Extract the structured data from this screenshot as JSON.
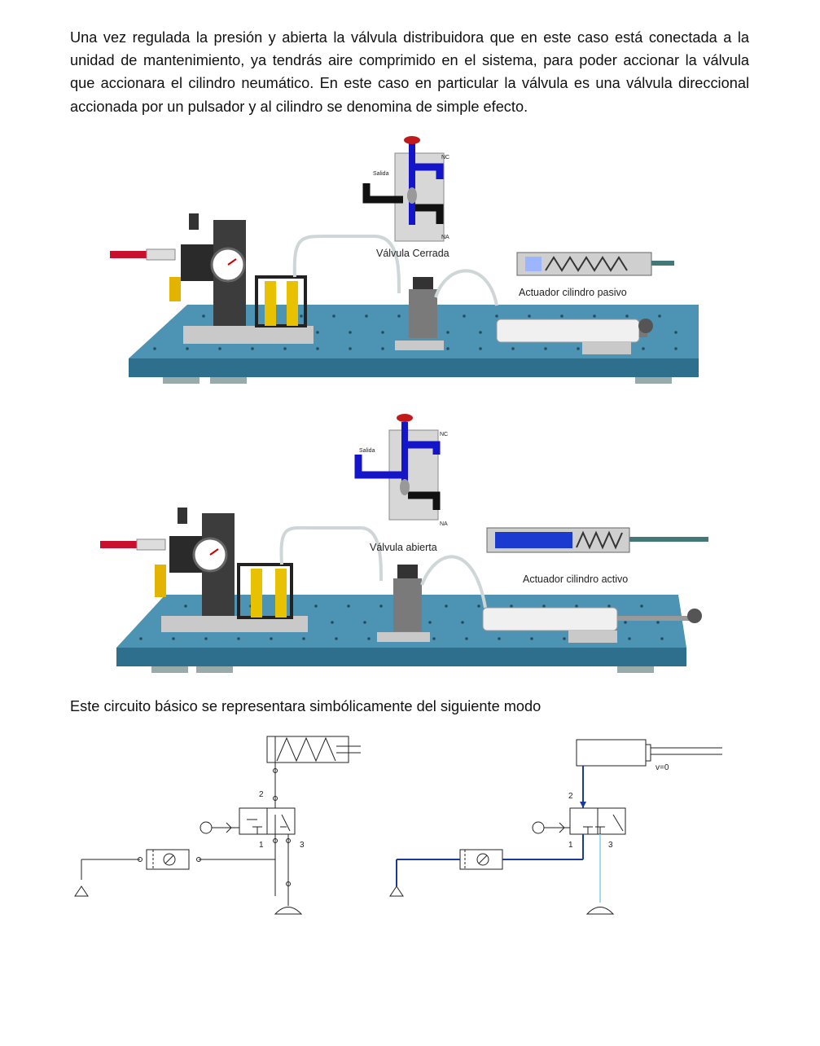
{
  "intro_paragraph": "Una vez regulada la presión y abierta la válvula distribuidora que en este caso está conectada a la unidad de mantenimiento, ya tendrás aire comprimido en el sistema, para poder accionar la válvula que accionara el cilindro neumático. En este caso en particular la válvula es una válvula direccional accionada por un pulsador y al cilindro se denomina de simple efecto.",
  "figure_top": {
    "valve_caption": "Válvula Cerrada",
    "actuator_caption": "Actuador cilindro pasivo",
    "port_out": "Salida",
    "port_nc": "NC",
    "port_na": "NA"
  },
  "figure_bottom": {
    "valve_caption": "Válvula abierta",
    "actuator_caption": "Actuador cilindro activo",
    "port_out": "Salida",
    "port_nc": "NC",
    "port_na": "NA"
  },
  "symbolic_heading": "Este circuito básico se representara simbólicamente del siguiente modo",
  "schematic_left": {
    "port_2": "2",
    "port_1": "1",
    "port_3": "3"
  },
  "schematic_right": {
    "port_2": "2",
    "port_1": "1",
    "port_3": "3",
    "velocity": "v=0"
  },
  "colors": {
    "plate": "#4b8fae",
    "plate_dark": "#2f6f8e",
    "valve_blue": "#1414c8",
    "pipe_blue": "#1a3a9c"
  }
}
